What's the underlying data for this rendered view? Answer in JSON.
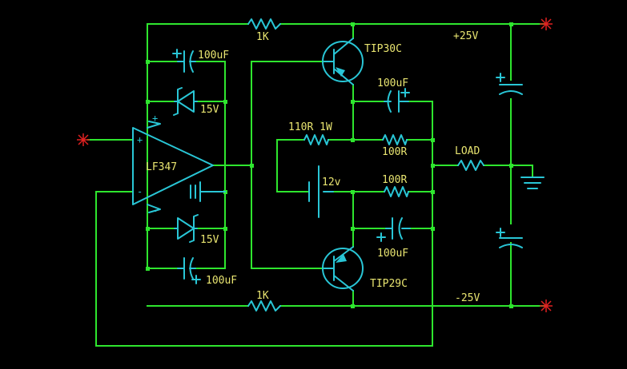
{
  "diagram": {
    "labels": {
      "r_top": "1K",
      "r_bottom": "1K",
      "q_top": "TIP30C",
      "q_bottom": "TIP29C",
      "rail_pos": "+25V",
      "rail_neg": "-25V",
      "c_top_left": "100uF",
      "c_bottom_left": "100uF",
      "c_top_right": "100uF",
      "c_bottom_right": "100uF",
      "zener_top": "15V",
      "zener_bottom": "15V",
      "opamp": "LF347",
      "r_bias": "110R 1W",
      "r_emit_top": "100R",
      "r_emit_bottom": "100R",
      "battery": "12v",
      "load": "LOAD"
    },
    "pin_marks": {
      "plus_in": "+",
      "minus_in": "-",
      "supply_plus": "+",
      "supply_minus": "-",
      "cap_plus_1": "+",
      "cap_plus_2": "+",
      "cap_plus_3": "+",
      "cap_plus_4": "+",
      "cap_plus_5": "+",
      "cap_plus_6": "+"
    }
  },
  "colors": {
    "wire": "#2ee62e",
    "component": "#29c6d6",
    "label": "#e8e470",
    "terminal": "#e02020"
  }
}
